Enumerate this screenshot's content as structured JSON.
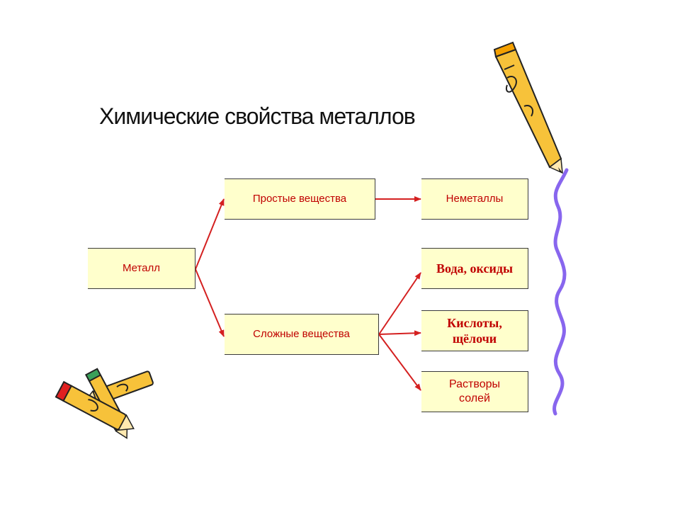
{
  "title": "Химические свойства металлов",
  "nodes": {
    "metal": "Металл",
    "simple": "Простые вещества",
    "complex": "Сложные вещества",
    "nonmetals": "Неметаллы",
    "water_oxides": "Вода, оксиды",
    "acids_alkalis": "Кислоты,\nщёлочи",
    "salt_solutions": "Растворы\nсолей"
  },
  "colors": {
    "box_fill": "#ffffcc",
    "text": "#c00000",
    "arrow": "#d42020",
    "ribbon": "#8866ee"
  },
  "decorations": [
    "pencil-icon",
    "crossed-pencils-icon",
    "wavy-ribbon"
  ]
}
